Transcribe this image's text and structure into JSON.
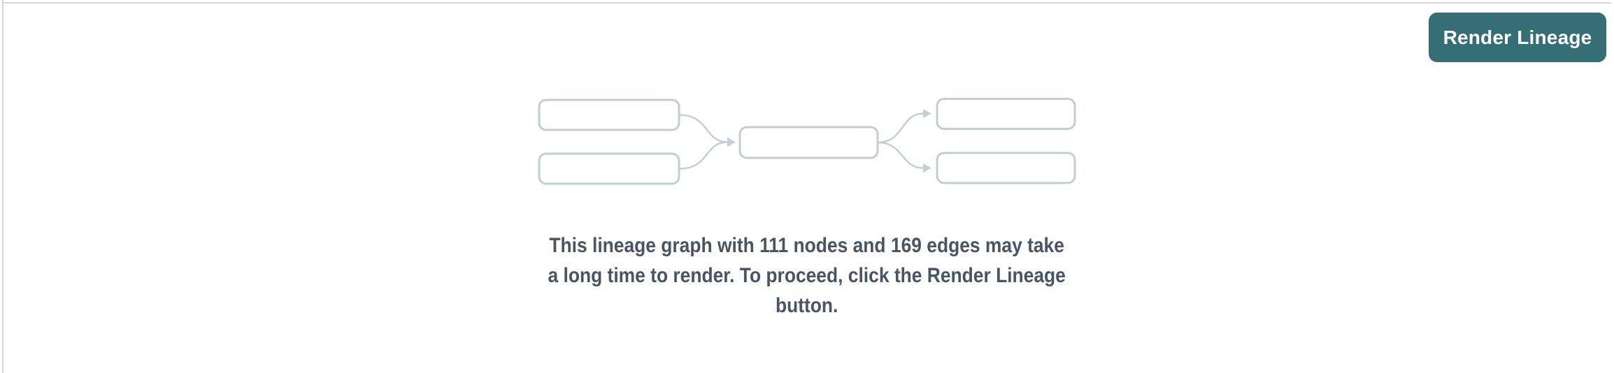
{
  "panel": {
    "background_color": "#ffffff",
    "divider_color": "#d5d6da"
  },
  "header": {
    "render_lineage_button": {
      "label": "Render Lineage",
      "background_color": "#366e76",
      "text_color": "#ffffff"
    }
  },
  "empty_state": {
    "illustration": {
      "name": "lineage-graph-preview",
      "box_count": 5,
      "stroke_color": "#c6cbd4"
    },
    "message": {
      "full_text": "This lineage graph with 111 nodes and 169 edges may take a long time to render. To proceed, click the Render Lineage button.",
      "lines": [
        "This lineage graph with 111 nodes and 169 edges may take",
        "a long time to render. To proceed, click the Render Lineage",
        "button."
      ],
      "node_count": 111,
      "edge_count": 169,
      "text_color": "#4a5464"
    }
  }
}
